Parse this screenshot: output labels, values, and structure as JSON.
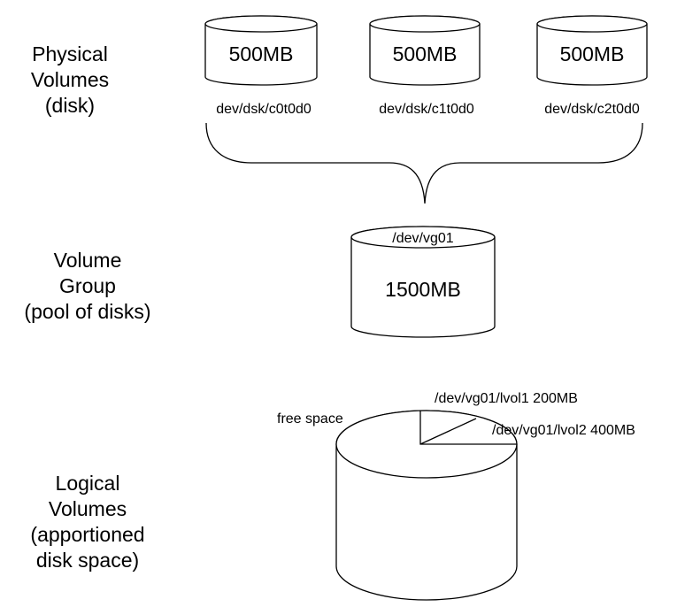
{
  "sections": {
    "physical": {
      "lines": [
        "Physical",
        "Volumes",
        "(disk)"
      ]
    },
    "group": {
      "lines": [
        "Volume",
        "Group",
        "(pool of disks)"
      ]
    },
    "logical": {
      "lines": [
        "Logical",
        "Volumes",
        "(apportioned",
        "disk space)"
      ]
    }
  },
  "disks": [
    {
      "size": "500MB",
      "device": "dev/dsk/c0t0d0"
    },
    {
      "size": "500MB",
      "device": "dev/dsk/c1t0d0"
    },
    {
      "size": "500MB",
      "device": "dev/dsk/c2t0d0"
    }
  ],
  "volume_group": {
    "name": "/dev/vg01",
    "size": "1500MB"
  },
  "logical_volumes": {
    "free_space": "free space",
    "lvol1": "/dev/vg01/lvol1 200MB",
    "lvol2": "/dev/vg01/lvol2 400MB"
  }
}
